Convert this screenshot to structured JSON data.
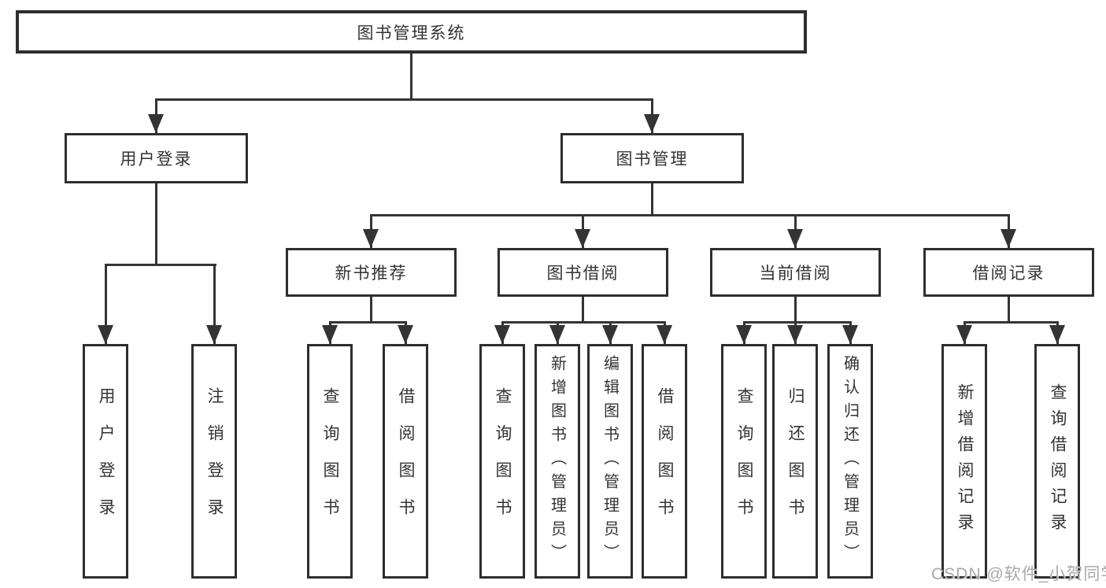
{
  "title": "图书管理系统",
  "watermark": "CSDN @软件_小贺同学",
  "colors": {
    "background": "#ffffff",
    "box_border": "#2e2e2e",
    "line": "#343434",
    "text": "#333333",
    "watermark": "#a9a9a9"
  },
  "tree": {
    "root": "图书管理系统",
    "level2": [
      "用户登录",
      "图书管理"
    ],
    "level3": [
      "新书推荐",
      "图书借阅",
      "当前借阅",
      "借阅记录"
    ],
    "level4": [
      "用户登录",
      "注销登录",
      "查询图书",
      "借阅图书",
      "查询图书",
      "新增图书（管理员）",
      "编辑图书（管理员）",
      "借阅图书",
      "查询图书",
      "归还图书",
      "确认归还（管理员）",
      "新增借阅记录",
      "查询借阅记录"
    ],
    "hierarchy": {
      "图书管理系统": [
        "用户登录",
        "图书管理"
      ],
      "用户登录": [
        "用户登录",
        "注销登录"
      ],
      "图书管理": [
        "新书推荐",
        "图书借阅",
        "当前借阅",
        "借阅记录"
      ],
      "新书推荐": [
        "查询图书",
        "借阅图书"
      ],
      "图书借阅": [
        "查询图书",
        "新增图书（管理员）",
        "编辑图书（管理员）",
        "借阅图书"
      ],
      "当前借阅": [
        "查询图书",
        "归还图书",
        "确认归还（管理员）"
      ],
      "借阅记录": [
        "新增借阅记录",
        "查询借阅记录"
      ]
    }
  }
}
